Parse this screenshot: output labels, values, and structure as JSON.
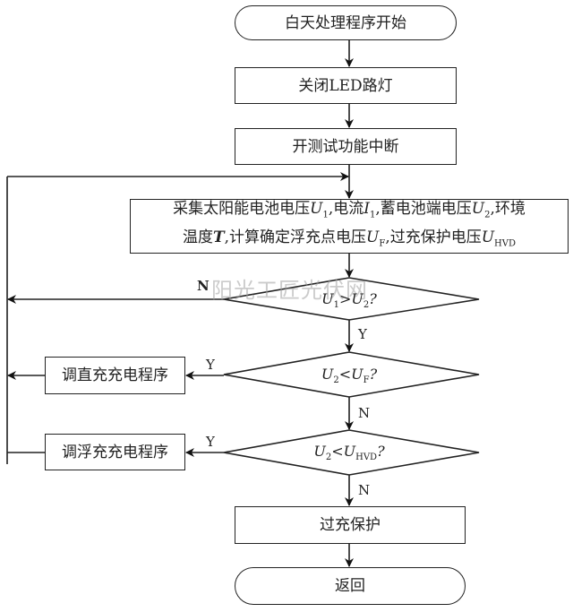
{
  "flowchart": {
    "start": "白天处理程序开始",
    "step1": "关闭LED路灯",
    "step2": "开测试功能中断",
    "acquire": {
      "line1_parts": [
        "采集太阳能电池电压",
        "U",
        "1",
        ",电流",
        "I",
        "1",
        ",蓄电池端电压",
        "U",
        "2",
        ",环境"
      ],
      "line2_parts": [
        "温度",
        "T",
        ",计算确定浮充点电压",
        "U",
        "F",
        ",过充保护电压",
        "U",
        "HVD"
      ]
    },
    "decision1": {
      "lhs": "U",
      "lhs_sub": "1",
      "op": ">",
      "rhs": "U",
      "rhs_sub": "2",
      "q": "?"
    },
    "decision2": {
      "lhs": "U",
      "lhs_sub": "2",
      "op": "<",
      "rhs": "U",
      "rhs_sub": "F",
      "q": "?"
    },
    "decision3": {
      "lhs": "U",
      "lhs_sub": "2",
      "op": "<",
      "rhs": "U",
      "rhs_sub": "HVD",
      "q": "?"
    },
    "direct_charge": "调直充充电程序",
    "float_charge": "调浮充充电程序",
    "overcharge": "过充保护",
    "end": "返回",
    "labels": {
      "yes": "Y",
      "no": "N"
    },
    "watermark": "阳光工匠光伏网"
  }
}
